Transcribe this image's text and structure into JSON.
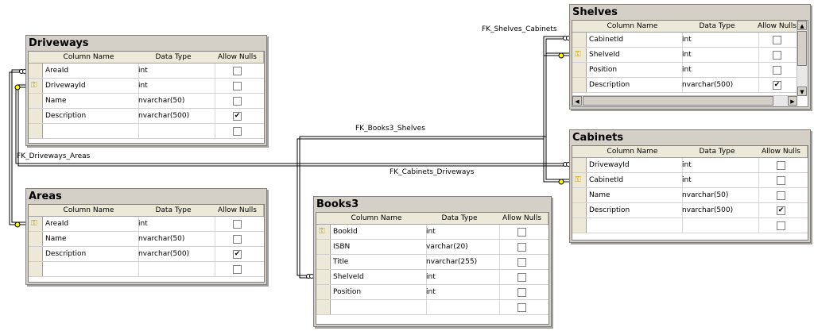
{
  "headers": {
    "column_name": "Column Name",
    "data_type": "Data Type",
    "allow_nulls": "Allow Nulls"
  },
  "icons": {
    "key": "key-icon",
    "checkbox": "checkbox-icon",
    "relationship": "relationship-line"
  },
  "colors": {
    "key": "#c8a000",
    "frame": "#d4d0c8"
  },
  "tables": {
    "driveways": {
      "title": "Driveways",
      "rows": [
        {
          "name": "AreaId",
          "type": "int",
          "nulls": false,
          "key": false
        },
        {
          "name": "DrivewayId",
          "type": "int",
          "nulls": false,
          "key": true
        },
        {
          "name": "Name",
          "type": "nvarchar(50)",
          "nulls": false,
          "key": false
        },
        {
          "name": "Description",
          "type": "nvarchar(500)",
          "nulls": true,
          "key": false
        },
        {
          "name": "",
          "type": "",
          "nulls": false,
          "key": false
        }
      ]
    },
    "areas": {
      "title": "Areas",
      "rows": [
        {
          "name": "AreaId",
          "type": "int",
          "nulls": false,
          "key": true
        },
        {
          "name": "Name",
          "type": "nvarchar(50)",
          "nulls": false,
          "key": false
        },
        {
          "name": "Description",
          "type": "nvarchar(500)",
          "nulls": true,
          "key": false
        },
        {
          "name": "",
          "type": "",
          "nulls": false,
          "key": false
        }
      ]
    },
    "books3": {
      "title": "Books3",
      "rows": [
        {
          "name": "BookId",
          "type": "int",
          "nulls": false,
          "key": true
        },
        {
          "name": "ISBN",
          "type": "varchar(20)",
          "nulls": false,
          "key": false
        },
        {
          "name": "Title",
          "type": "nvarchar(255)",
          "nulls": false,
          "key": false
        },
        {
          "name": "ShelveId",
          "type": "int",
          "nulls": false,
          "key": false
        },
        {
          "name": "Position",
          "type": "int",
          "nulls": false,
          "key": false
        },
        {
          "name": "",
          "type": "",
          "nulls": false,
          "key": false
        }
      ]
    },
    "shelves": {
      "title": "Shelves",
      "header_allow_nulls": "Allow Nulls",
      "rows": [
        {
          "name": "CabinetId",
          "type": "int",
          "nulls": false,
          "key": false
        },
        {
          "name": "ShelveId",
          "type": "int",
          "nulls": false,
          "key": true
        },
        {
          "name": "Position",
          "type": "int",
          "nulls": false,
          "key": false
        },
        {
          "name": "Description",
          "type": "nvarchar(500)",
          "nulls": true,
          "key": false
        }
      ]
    },
    "cabinets": {
      "title": "Cabinets",
      "rows": [
        {
          "name": "DrivewayId",
          "type": "int",
          "nulls": false,
          "key": false
        },
        {
          "name": "CabinetId",
          "type": "int",
          "nulls": false,
          "key": true
        },
        {
          "name": "Name",
          "type": "nvarchar(50)",
          "nulls": false,
          "key": false
        },
        {
          "name": "Description",
          "type": "nvarchar(500)",
          "nulls": true,
          "key": false
        },
        {
          "name": "",
          "type": "",
          "nulls": false,
          "key": false
        }
      ]
    }
  },
  "relationships": {
    "fk_shelves_cabinets": "FK_Shelves_Cabinets",
    "fk_books3_shelves": "FK_Books3_Shelves",
    "fk_driveways_areas": "FK_Driveways_Areas",
    "fk_cabinets_driveways": "FK_Cabinets_Driveways"
  }
}
